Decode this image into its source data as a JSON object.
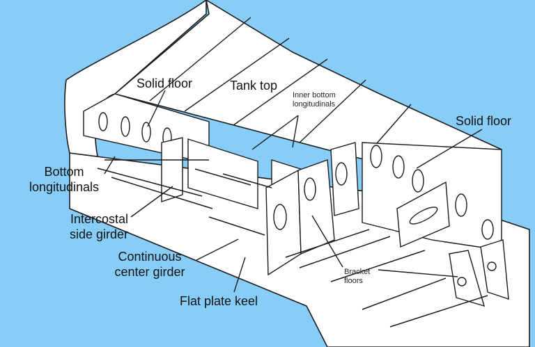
{
  "diagram": {
    "background_color": "#87cdf8",
    "line_color": "#1a1a1a",
    "plate_fill": "#ffffff",
    "labels": {
      "solid_floor_top": "Solid floor",
      "tank_top": "Tank top",
      "inner_bottom_longitudinals": [
        "Inner bottom",
        "longitudinals"
      ],
      "solid_floor_right": "Solid floor",
      "bottom_longitudinals": [
        "Bottom",
        "longitudinals"
      ],
      "intercostal_side_girder": [
        "Intercostal",
        "side girder"
      ],
      "continuous_center_girder": [
        "Continuous",
        "center girder"
      ],
      "flat_plate_keel": "Flat plate keel",
      "bracket_floors": [
        "Bracket",
        "floors"
      ]
    }
  }
}
